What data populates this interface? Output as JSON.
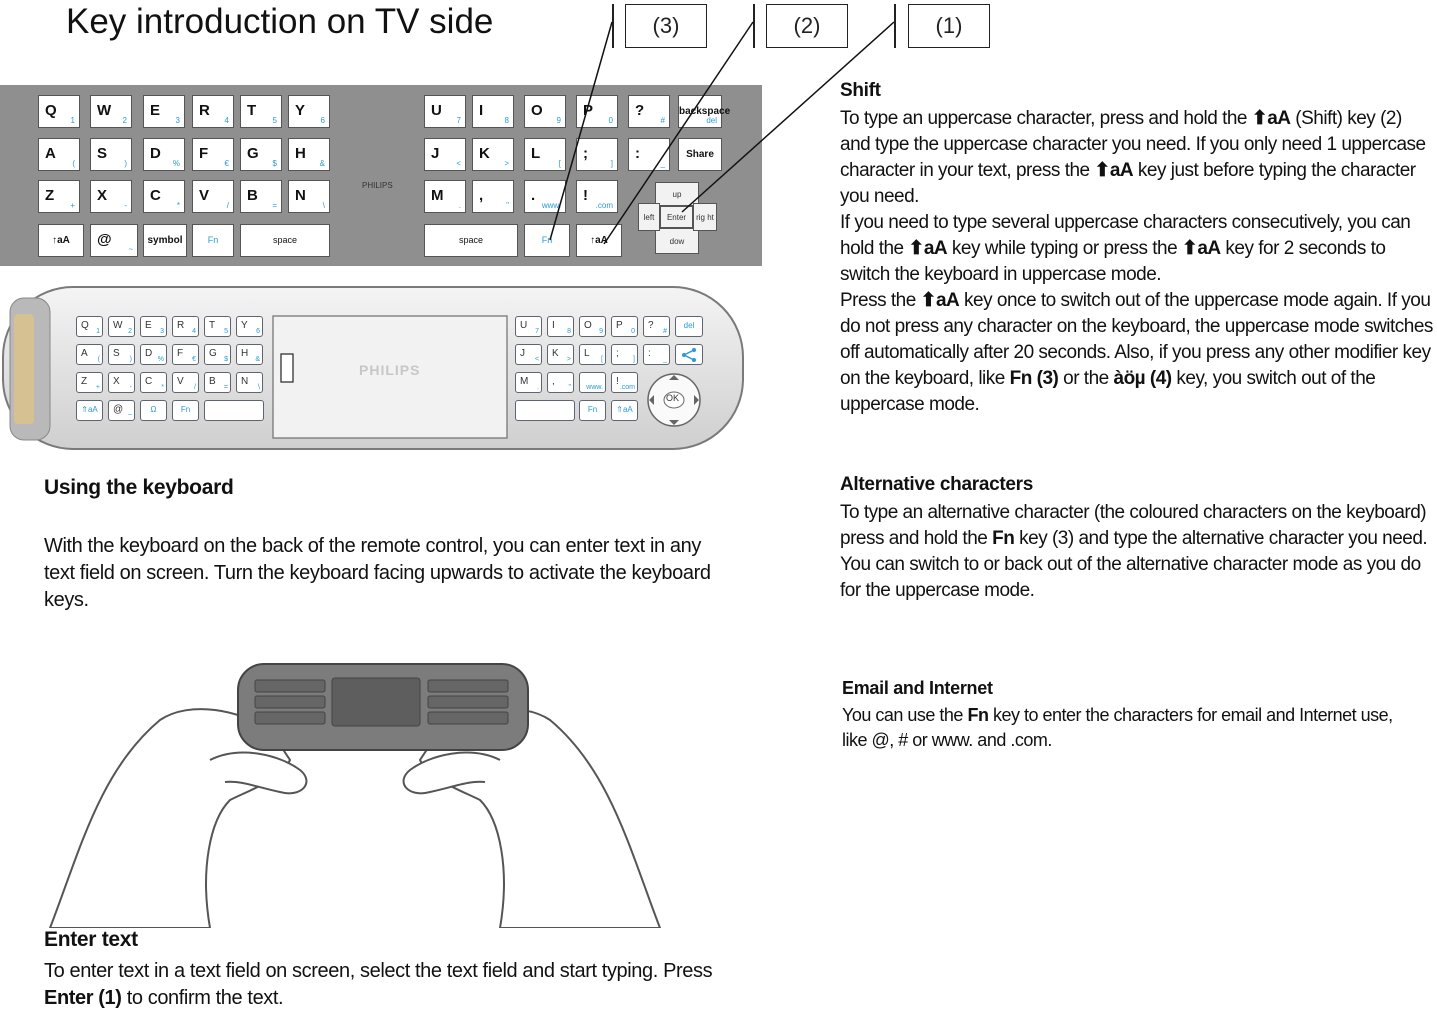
{
  "title": "Key introduction on TV side",
  "callouts": [
    "(3)",
    "(2)",
    "(1)"
  ],
  "tv_keyboard": {
    "brand": "PHILIPS",
    "row1_left": [
      [
        "Q",
        "1"
      ],
      [
        "W",
        "2"
      ],
      [
        "E",
        "3"
      ],
      [
        "R",
        "4"
      ],
      [
        "T",
        "5"
      ],
      [
        "Y",
        "6"
      ]
    ],
    "row1_right": [
      [
        "U",
        "7"
      ],
      [
        "I",
        "8"
      ],
      [
        "O",
        "9"
      ],
      [
        "P",
        "0"
      ],
      [
        "?",
        "#"
      ]
    ],
    "backspace": "backspace",
    "backspace_sub": "del",
    "row2_left": [
      [
        "A",
        "("
      ],
      [
        "S",
        ")"
      ],
      [
        "D",
        "%"
      ],
      [
        "F",
        "€"
      ],
      [
        "G",
        "$"
      ],
      [
        "H",
        "&"
      ]
    ],
    "row2_right": [
      [
        "J",
        "<"
      ],
      [
        "K",
        ">"
      ],
      [
        "L",
        "["
      ],
      [
        ";",
        "]"
      ],
      [
        ":",
        "_"
      ]
    ],
    "share": "Share",
    "row3_left": [
      [
        "Z",
        "+"
      ],
      [
        "X",
        "-"
      ],
      [
        "C",
        "*"
      ],
      [
        "V",
        "/"
      ],
      [
        "B",
        "="
      ],
      [
        "N",
        "\\"
      ]
    ],
    "row3_right": [
      [
        "M",
        "."
      ],
      [
        ",",
        "\""
      ],
      [
        ".",
        "www."
      ],
      [
        "!",
        ".com"
      ]
    ],
    "row4_left": [
      [
        "↑aA",
        ""
      ],
      [
        "@",
        "~"
      ],
      [
        "symbol",
        ""
      ],
      [
        "Fn",
        ""
      ],
      [
        "space",
        ""
      ]
    ],
    "row4_right": [
      [
        "space",
        ""
      ],
      [
        "Fn",
        ""
      ],
      [
        "↑aA",
        ""
      ]
    ],
    "dpad": {
      "up": "up",
      "down": "dow",
      "left": "left",
      "right": "rig ht",
      "center": "Enter"
    }
  },
  "remote": {
    "brand": "PHILIPS",
    "ok": "OK",
    "row1_left": [
      [
        "Q",
        "1"
      ],
      [
        "W",
        "2"
      ],
      [
        "E",
        "3"
      ],
      [
        "R",
        "4"
      ],
      [
        "T",
        "5"
      ],
      [
        "Y",
        "6"
      ]
    ],
    "row1_right": [
      [
        "U",
        "7"
      ],
      [
        "I",
        "8"
      ],
      [
        "O",
        "9"
      ],
      [
        "P",
        "0"
      ],
      [
        "?",
        "#"
      ]
    ],
    "row2_left": [
      [
        "A",
        "("
      ],
      [
        "S",
        ")"
      ],
      [
        "D",
        "%"
      ],
      [
        "F",
        "€"
      ],
      [
        "G",
        "$"
      ],
      [
        "H",
        "&"
      ]
    ],
    "row2_right": [
      [
        "J",
        "<"
      ],
      [
        "K",
        ">"
      ],
      [
        "L",
        "["
      ],
      [
        ";",
        "]"
      ],
      [
        ":",
        "_"
      ]
    ],
    "row3_left": [
      [
        "Z",
        "+"
      ],
      [
        "X",
        "-"
      ],
      [
        "C",
        "*"
      ],
      [
        "V",
        "/"
      ],
      [
        "B",
        "="
      ],
      [
        "N",
        "\\"
      ]
    ],
    "row3_right": [
      [
        "M",
        "."
      ],
      [
        ",",
        "\""
      ],
      [
        "",
        "www."
      ],
      [
        "!",
        ".com"
      ]
    ],
    "row4_left": [
      [
        "⇑aA",
        ""
      ],
      [
        "@",
        "~"
      ],
      [
        "Ω",
        ""
      ],
      [
        "Fn",
        ""
      ]
    ],
    "row4_right": [
      [
        "Fn",
        ""
      ],
      [
        "⇑aA",
        ""
      ]
    ],
    "del": "del"
  },
  "left": {
    "using_heading": "Using the keyboard",
    "using_text": "With the keyboard on the back of the remote control, you can enter text in any text field on screen. Turn the keyboard facing upwards to activate the keyboard keys.",
    "enter_heading": "Enter text",
    "enter_text_a": "To enter text in a text field on screen, select the text field and start typing. Press ",
    "enter_bold": "Enter",
    "enter_num": " (1)",
    "enter_text_b": " to confirm the text."
  },
  "right": {
    "shift_heading": "Shift",
    "shift_text_1": "To type an uppercase character, press and hold the ",
    "shift_key": "⬆aA",
    "shift_text_2": " (Shift) key (2) and type the uppercase character you need. If you only need 1 uppercase character in your text, press the ",
    "shift_text_3": " key just before typing the character you need.",
    "shift_text_4": "If you need to type several uppercase characters consecutively, you can hold the ",
    "shift_text_5": " key while typing or press the ",
    "shift_text_6": " key for 2 seconds to switch the keyboard in uppercase mode.",
    "shift_text_7": "Press the ",
    "shift_text_8": " key once to switch out of the uppercase mode again. If you do not press any character on the keyboard, the uppercase mode switches off automatically after 20 seconds. Also, if you press any other modifier key on the keyboard, like ",
    "shift_fn": "Fn (3)",
    "shift_text_9": " or the ",
    "shift_special": "àöµ (4)",
    "shift_text_10": " key, you switch out of the uppercase mode.",
    "alt_heading": "Alternative characters",
    "alt_text_1": "To type an alternative character (the coloured characters on the keyboard) press and hold the ",
    "alt_fn": "Fn",
    "alt_text_2": " key (3) and type the alternative character you need. You can switch to or back out of the alternative character mode as you do for the uppercase mode.",
    "email_heading": "Email and Internet",
    "email_text_1": "You can use the ",
    "email_fn": "Fn",
    "email_text_2": " key to enter the characters for email and Internet use, like @, # or www. and .com."
  }
}
